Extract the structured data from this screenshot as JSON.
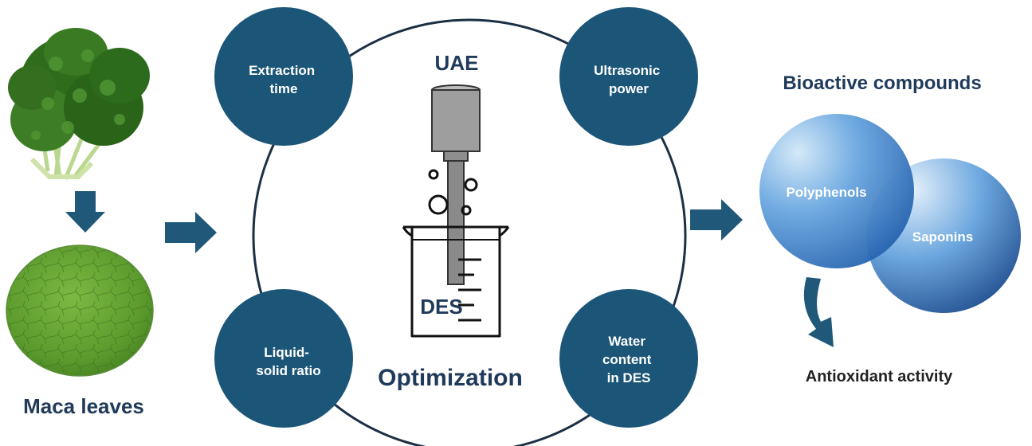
{
  "source": {
    "caption": "Maca leaves"
  },
  "process": {
    "method_label": "UAE",
    "solvent_label": "DES",
    "title": "Optimization",
    "factors": [
      {
        "line1": "Extraction",
        "line2": "time",
        "line3": ""
      },
      {
        "line1": "Ultrasonic",
        "line2": "power",
        "line3": ""
      },
      {
        "line1": "Liquid-",
        "line2": "solid ratio",
        "line3": ""
      },
      {
        "line1": "Water",
        "line2": "content",
        "line3": "in DES"
      }
    ]
  },
  "results": {
    "title": "Bioactive compounds",
    "compounds": [
      "Polyphenols",
      "Saponins"
    ],
    "activity": "Antioxidant activity"
  },
  "colors": {
    "node": "#1b5577",
    "ring": "#1b2f45",
    "arrow": "#1f5878",
    "bubble_light": "#cfe6f7",
    "bubble_dark": "#2466b0",
    "leaf_dark": "#2f6d1d",
    "powder": "#5a9a2c"
  }
}
